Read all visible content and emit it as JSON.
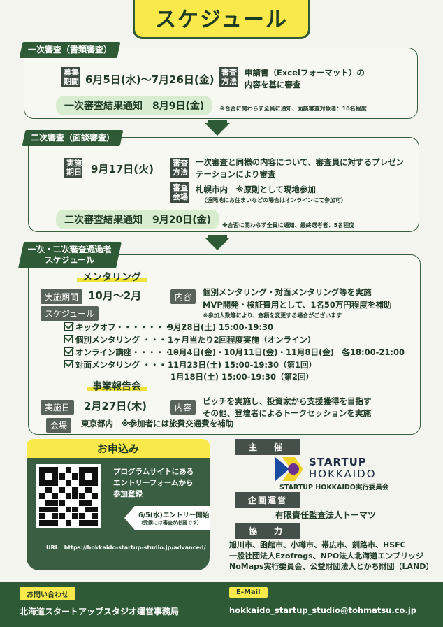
{
  "title": "スケジュール",
  "stage1": {
    "tag": "一次審査（書類審査）",
    "period_label": "募集\n期間",
    "period": "6月5日(水)〜7月26日(金)",
    "method_label": "審査\n方法",
    "method_line1": "申請書（Excelフォーマット）の",
    "method_line2": "内容を基に審査",
    "result": "一次審査結果通知　8月9日(金)",
    "note": "※合否に関わらず全員に通知、面談審査対象者：10名程度"
  },
  "stage2": {
    "tag": "二次審査（面談審査）",
    "date_label": "実施\n期日",
    "date": "9月17日(火)",
    "method_label": "審査\n方法",
    "method_line1": "一次審査と同様の内容について、審査員に対するプレゼン",
    "method_line2": "テーションにより審査",
    "venue_label": "審査\n会場",
    "venue": "札幌市内　※原則として現地参加",
    "venue_note": "（遠隔地にお住まいなどの場合はオンラインにて参加可）",
    "result": "二次審査結果通知　9月20日(金)",
    "note": "※合否に関わらず全員に通知、最終選考者：5名程度"
  },
  "stage3": {
    "tag_line1": "一次・二次審査通過者",
    "tag_line2": "スケジュール",
    "mentoring_head": "メンタリング",
    "period_label": "実施期間",
    "period": "10月〜2月",
    "content_label": "内容",
    "content_line1": "個別メンタリング・対面メンタリング等を実施",
    "content_line2": "MVP開発・検証費用として、1名50万円程度を補助",
    "content_note": "※参加人数等により、金額を変更する場合がございます",
    "schedule_label": "スケジュール",
    "items": [
      {
        "name": "キックオフ・・・・・・・・・",
        "detail": "9月28日(土) 15:00-19:30"
      },
      {
        "name": "個別メンタリング ・・・・",
        "detail": "1ヶ月当たり2回程度実施（オンライン）"
      },
      {
        "name": "オンライン講座・・・・・・",
        "detail": "10月4日(金)・10月11日(金)・11月8日(金)　各18:00-21:00"
      },
      {
        "name": "対面メンタリング ・・・・",
        "detail": "11月23日(土) 15:00-19:30（第1回）"
      }
    ],
    "extra_detail": "1月18日(土) 15:00-19:30（第2回）",
    "report_head": "事業報告会",
    "report_date_label": "実施日",
    "report_date": "2月27日(木)",
    "report_content_label": "内容",
    "report_content_line1": "ピッチを実施し、投資家から支援獲得を目指す",
    "report_content_line2": "その他、登壇者によるトークセッションを実施",
    "report_venue_label": "会場",
    "report_venue": "東京都内　※参加者には旅費交通費を補助"
  },
  "apply": {
    "head": "お申込み",
    "line1": "プログラムサイトにある",
    "line2": "エントリーフォームから",
    "line3": "参加登録",
    "entry_line1": "6/5(水)エントリー開始",
    "entry_line2": "（受講には審査が必要です）",
    "url": "URL　https://hokkaido-startup-studio.jp/advanced/"
  },
  "organizers": {
    "host_label": "主　催",
    "logo_line1": "STARTUP",
    "logo_line2": "HOKKAIDO",
    "host_name": "STARTUP HOKKAIDO実行委員会",
    "ops_label": "企画運営",
    "ops_name": "有限責任監査法人トーマツ",
    "coop_label": "協　力",
    "coop_line1": "旭川市、函館市、小樽市、帯広市、釧路市、HSFC",
    "coop_line2": "一般社団法人Ezofrogs、NPO法人北海道エンブリッジ",
    "coop_line3": "NoMaps実行委員会、公益財団法人とかち財団（LAND）"
  },
  "footer": {
    "contact_label": "お問い合わせ",
    "contact_name": "北海道スタートアップスタジオ運営事務局",
    "email_label": "E-Mail",
    "email": "hokkaido_startup_studio@tohmatsu.co.jp"
  }
}
